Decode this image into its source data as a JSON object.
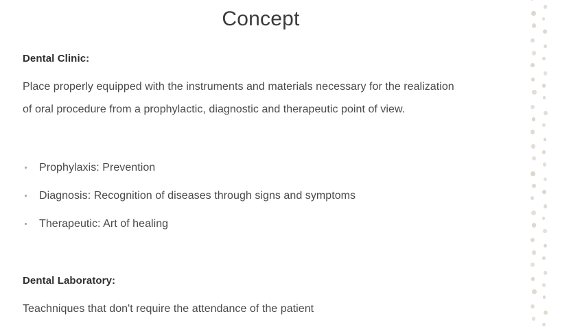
{
  "slide": {
    "title": "Concept",
    "background_color": "#ffffff",
    "title_color": "#3b3b3b",
    "body_color": "#494949",
    "heading_color": "#2f2f2f",
    "accent_dot_color": "#dcd4ca",
    "bullet_marker_color": "#a8a8a8"
  },
  "sections": {
    "clinic": {
      "heading": "Dental Clinic:",
      "paragraph_line_1": "Place properly equipped with the instruments and materials necessary for the realization",
      "paragraph_line_2": "of oral procedure from a prophylactic, diagnostic and therapeutic point of view."
    },
    "laboratory": {
      "heading": "Dental Laboratory:",
      "paragraph_line_1": "Teachniques that don't require the attendance of the patient"
    }
  },
  "bullets": [
    {
      "label": "Prophylaxis: Prevention"
    },
    {
      "label": "Diagnosis: Recognition of diseases through signs and symptoms"
    },
    {
      "label": "Therapeutic: Art of healing"
    }
  ],
  "decoration": {
    "name": "dotted-column-pattern",
    "columns": 2,
    "column_x": [
      14,
      31
    ],
    "dot_size": [
      6,
      5
    ],
    "row_spacing": 19.4,
    "rows": 25
  }
}
